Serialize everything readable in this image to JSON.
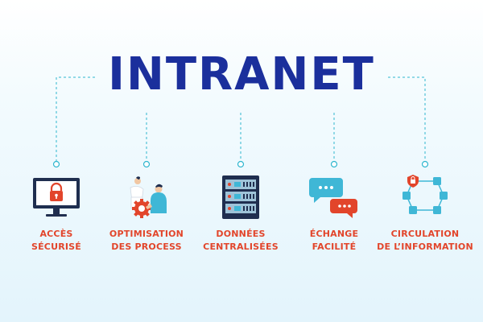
{
  "title": "INTRANET",
  "colors": {
    "title": "#1b2f9c",
    "label": "#e2452b",
    "connector": "#2fb6cf",
    "accent": "#24a8c9"
  },
  "items": [
    {
      "icon": "secure-monitor-lock-icon",
      "line1": "ACCÈS",
      "line2": "SÉCURISÉ"
    },
    {
      "icon": "process-people-gear-icon",
      "line1": "OPTIMISATION",
      "line2": "DES PROCESS"
    },
    {
      "icon": "server-rack-icon",
      "line1": "DONNÉES",
      "line2": "CENTRALISÉES"
    },
    {
      "icon": "chat-bubbles-icon",
      "line1": "ÉCHANGE",
      "line2": "FACILITÉ"
    },
    {
      "icon": "network-flow-icon",
      "line1": "CIRCULATION",
      "line2": "DE L’INFORMATION"
    }
  ]
}
